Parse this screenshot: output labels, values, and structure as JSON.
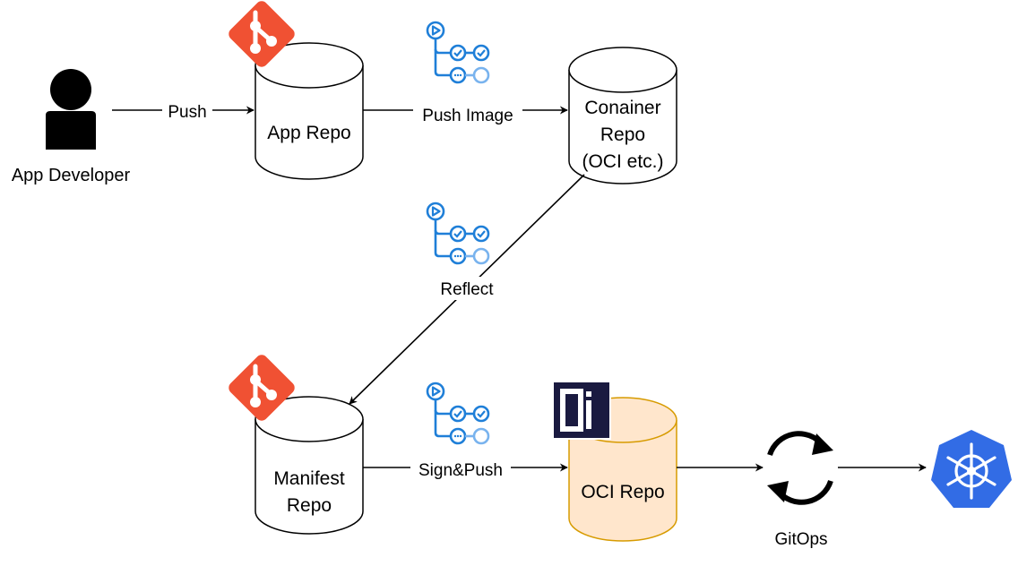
{
  "nodes": {
    "developer": {
      "label": "App Developer",
      "icon": "user-icon"
    },
    "app_repo": {
      "label": "App Repo",
      "icon": "git-icon"
    },
    "container_repo": {
      "label_lines": [
        "Conainer",
        "Repo",
        "(OCI etc.)"
      ]
    },
    "manifest_repo": {
      "label_lines": [
        "Manifest",
        "Repo"
      ],
      "icon": "git-icon"
    },
    "oci_repo": {
      "label": "OCI Repo",
      "icon": "container-registry-icon",
      "icon_text": "Ci",
      "fill": "#ffe6cc",
      "stroke": "#d79b00"
    },
    "gitops": {
      "label": "GitOps",
      "icon": "sync-icon"
    },
    "kubernetes": {
      "icon": "kubernetes-icon",
      "color": "#326ce5"
    }
  },
  "edges": {
    "push": "Push",
    "push_image": "Push Image",
    "reflect": "Reflect",
    "sign_push": "Sign&Push"
  },
  "colors": {
    "git": "#f05133",
    "workflow": "#1f7fd8",
    "workflow_light": "#79b3ee"
  }
}
